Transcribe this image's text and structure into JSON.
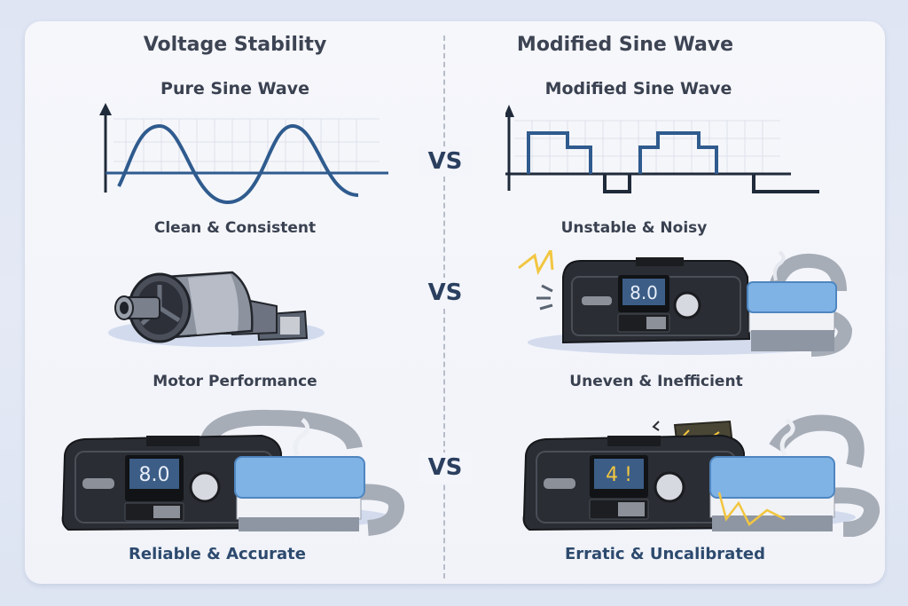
{
  "left": {
    "heading": "Voltage Stability",
    "wave_title": "Pure Sine Wave",
    "wave_caption": "Clean & Consistent",
    "motor_caption": "Motor Performance",
    "device_display": "8.0",
    "device_caption": "Reliable & Accurate"
  },
  "right": {
    "heading": "Modified Sine Wave",
    "wave_title": "Modified Sine Wave",
    "wave_caption": "Unstable & Noisy",
    "motor_display": "8.0",
    "motor_caption": "Uneven & Inefficient",
    "device_display": "4 !",
    "device_caption": "Erratic & Uncalibrated"
  },
  "vs_labels": [
    "VS",
    "VS",
    "VS"
  ],
  "colors": {
    "wave_blue": "#2f5b8e",
    "axis": "#1f2a3a",
    "text_dark": "#3a4150",
    "text_blue": "#2d4a6e",
    "device_body": "#2a2d33",
    "screen": "#3c5d86",
    "water_tank": "#7fb3e6",
    "spark": "#f2c640",
    "background": "#e1e7f4"
  },
  "chart_data": [
    {
      "type": "line",
      "title": "Pure Sine Wave",
      "description": "Smooth sinusoid, ~2 periods, symmetric around zero axis",
      "x": [
        0,
        1,
        2,
        3,
        4,
        5,
        6,
        7,
        8
      ],
      "values": [
        -0.6,
        0.0,
        1.0,
        0.0,
        -1.0,
        0.0,
        1.0,
        0.0,
        -0.8
      ],
      "xlabel": "",
      "ylabel": "",
      "grid": true
    },
    {
      "type": "line",
      "title": "Modified Sine Wave",
      "description": "Stepped square-ish wave with high and mid levels and short negative pulses",
      "x": [
        0,
        1,
        2,
        3,
        4,
        5,
        6,
        7,
        8,
        9,
        10,
        11,
        12,
        13,
        14
      ],
      "values": [
        0,
        2,
        2,
        1,
        0,
        -1,
        0,
        1,
        2,
        2,
        1,
        0,
        0,
        -1,
        -1
      ],
      "xlabel": "",
      "ylabel": "",
      "grid": true
    }
  ]
}
